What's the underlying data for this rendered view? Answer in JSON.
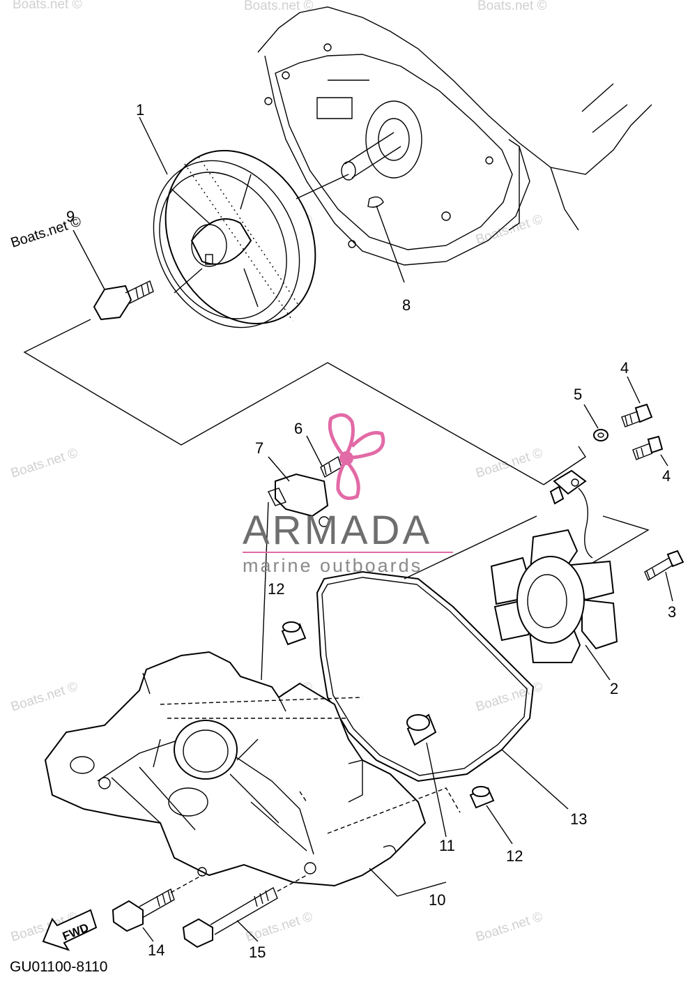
{
  "diagram_code": "GU01100-8110",
  "brand": {
    "name": "ARMADA",
    "tagline": "marine outboards",
    "accent_color": "#e26aa6",
    "text_color": "#6e6e6e"
  },
  "watermark_text": "Boats.net ©",
  "fwd_label": "FWD",
  "part_labels": [
    {
      "id": "1",
      "text": "1"
    },
    {
      "id": "2",
      "text": "2"
    },
    {
      "id": "3",
      "text": "3"
    },
    {
      "id": "4a",
      "text": "4"
    },
    {
      "id": "4b",
      "text": "4"
    },
    {
      "id": "5",
      "text": "5"
    },
    {
      "id": "6",
      "text": "6"
    },
    {
      "id": "7",
      "text": "7"
    },
    {
      "id": "8",
      "text": "8"
    },
    {
      "id": "9",
      "text": "9"
    },
    {
      "id": "10",
      "text": "10"
    },
    {
      "id": "11",
      "text": "11"
    },
    {
      "id": "12a",
      "text": "12"
    },
    {
      "id": "12b",
      "text": "12"
    },
    {
      "id": "13",
      "text": "13"
    },
    {
      "id": "14",
      "text": "14"
    },
    {
      "id": "15",
      "text": "15"
    }
  ]
}
